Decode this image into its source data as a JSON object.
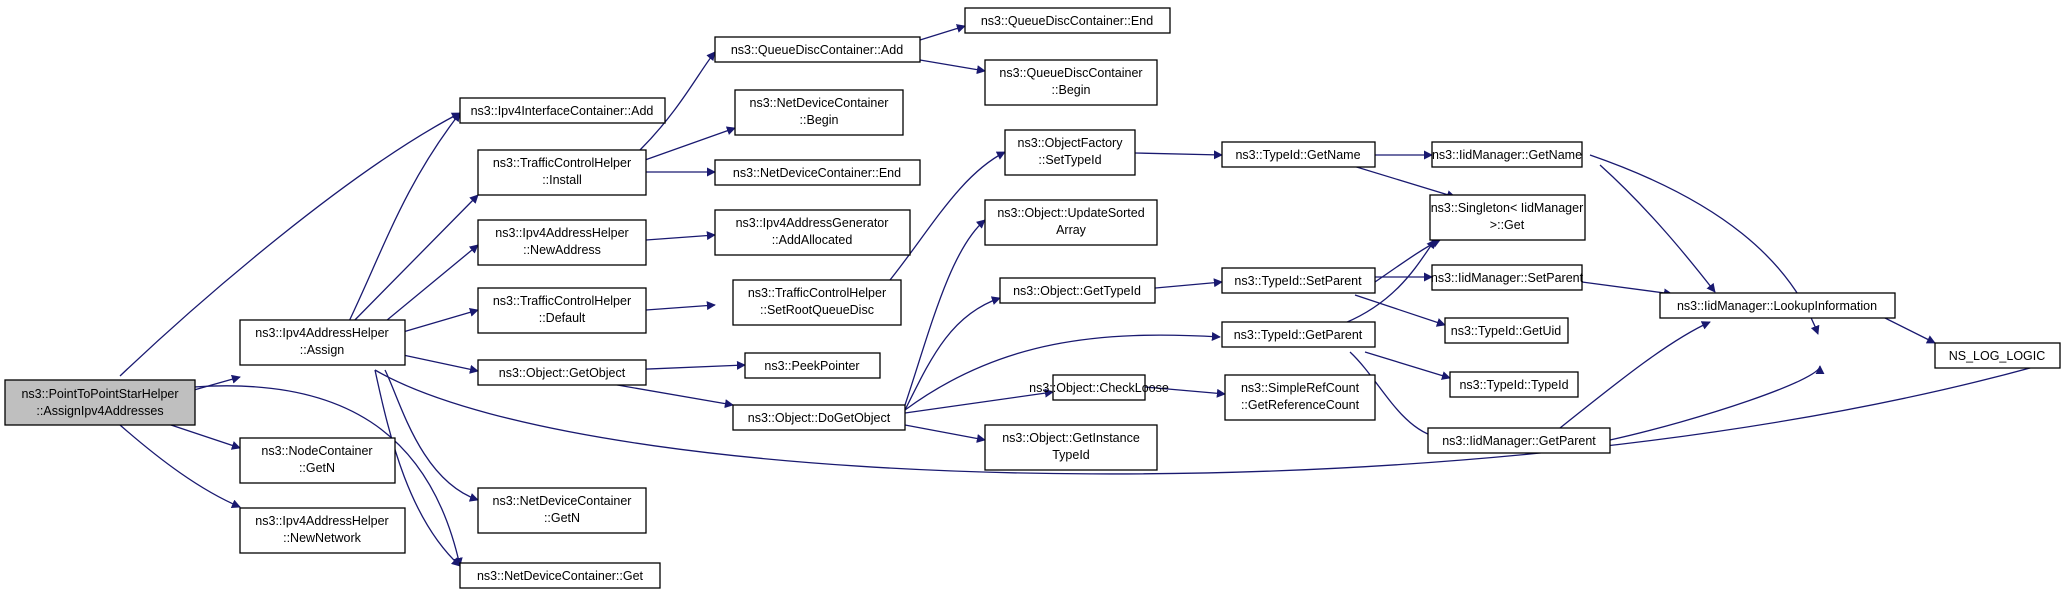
{
  "colors": {
    "edge": "#191970",
    "root_fill": "#bfbfbf",
    "node_fill": "#ffffff",
    "border": "#000000"
  },
  "nodes": {
    "root": [
      "ns3::PointToPointStarHelper",
      "::AssignIpv4Addresses"
    ],
    "assign": [
      "ns3::Ipv4AddressHelper",
      "::Assign"
    ],
    "nodecontainer_getn": [
      "ns3::NodeContainer",
      "::GetN"
    ],
    "newnetwork": [
      "ns3::Ipv4AddressHelper",
      "::NewNetwork"
    ],
    "ipv4ic_add": [
      "ns3::Ipv4InterfaceContainer::Add"
    ],
    "tch_install": [
      "ns3::TrafficControlHelper",
      "::Install"
    ],
    "newaddress": [
      "ns3::Ipv4AddressHelper",
      "::NewAddress"
    ],
    "tch_default": [
      "ns3::TrafficControlHelper",
      "::Default"
    ],
    "getobject": [
      "ns3::Object::GetObject"
    ],
    "ndc_getn": [
      "ns3::NetDeviceContainer",
      "::GetN"
    ],
    "ndc_get": [
      "ns3::NetDeviceContainer::Get"
    ],
    "qdc_add": [
      "ns3::QueueDiscContainer::Add"
    ],
    "ndc_begin": [
      "ns3::NetDeviceContainer",
      "::Begin"
    ],
    "ndc_end": [
      "ns3::NetDeviceContainer::End"
    ],
    "addallocated": [
      "ns3::Ipv4AddressGenerator",
      "::AddAllocated"
    ],
    "setrootqueuedisc": [
      "ns3::TrafficControlHelper",
      "::SetRootQueueDisc"
    ],
    "peekpointer": [
      "ns3::PeekPointer"
    ],
    "dogetobject": [
      "ns3::Object::DoGetObject"
    ],
    "qdc_end": [
      "ns3::QueueDiscContainer::End"
    ],
    "qdc_begin": [
      "ns3::QueueDiscContainer",
      "::Begin"
    ],
    "of_settypeid": [
      "ns3::ObjectFactory",
      "::SetTypeId"
    ],
    "updatesorted": [
      "ns3::Object::UpdateSorted",
      "Array"
    ],
    "obj_gettypeid": [
      "ns3::Object::GetTypeId"
    ],
    "checkloose": [
      "ns3::Object::CheckLoose"
    ],
    "getinstance": [
      "ns3::Object::GetInstance",
      "TypeId"
    ],
    "typeid_getname": [
      "ns3::TypeId::GetName"
    ],
    "typeid_setparent": [
      "ns3::TypeId::SetParent"
    ],
    "typeid_getparent": [
      "ns3::TypeId::GetParent"
    ],
    "getrefcount": [
      "ns3::SimpleRefCount",
      "::GetReferenceCount"
    ],
    "iid_getname": [
      "ns3::IidManager::GetName"
    ],
    "singleton_get": [
      "ns3::Singleton< IidManager",
      " >::Get"
    ],
    "iid_setparent": [
      "ns3::IidManager::SetParent"
    ],
    "typeid_getuid": [
      "ns3::TypeId::GetUid"
    ],
    "typeid_typeid": [
      "ns3::TypeId::TypeId"
    ],
    "iid_getparent": [
      "ns3::IidManager::GetParent"
    ],
    "lookupinfo": [
      "ns3::IidManager::LookupInformation"
    ],
    "ns_log_logic": [
      "NS_LOG_LOGIC"
    ]
  }
}
